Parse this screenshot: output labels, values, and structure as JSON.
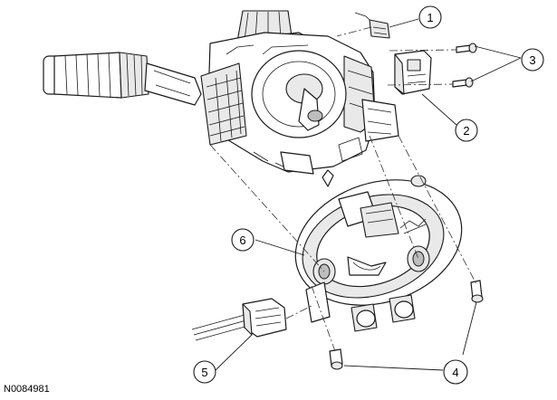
{
  "figure": {
    "id": "N0084981"
  },
  "callouts": [
    "1",
    "2",
    "3",
    "4",
    "5",
    "6"
  ]
}
